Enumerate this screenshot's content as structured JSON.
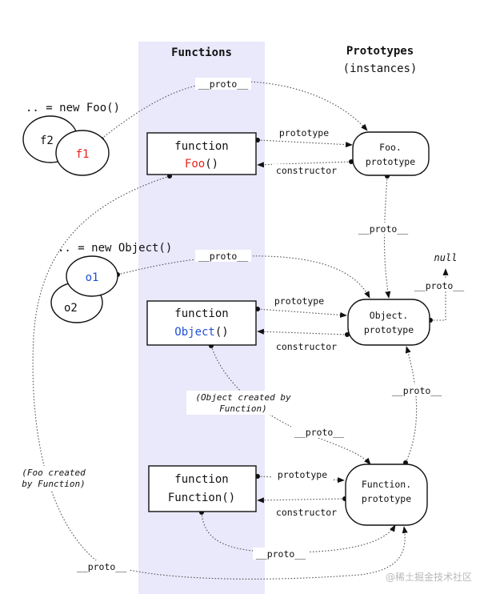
{
  "headers": {
    "functions": "Functions",
    "prototypes_line1": "Prototypes",
    "prototypes_line2": "(instances)"
  },
  "instances": {
    "foo_new": ".. = new Foo()",
    "object_new": ".. = new Object()",
    "f1": "f1",
    "f2": "f2",
    "o1": "o1",
    "o2": "o2"
  },
  "functions": {
    "foo_line1": "function",
    "foo_name": "Foo",
    "foo_paren": "()",
    "object_line1": "function",
    "object_name": "Object",
    "object_paren": "()",
    "function_line1": "function",
    "function_line2": "Function()"
  },
  "prototypes": {
    "foo_line1": "Foo.",
    "foo_line2": "prototype",
    "object_line1": "Object.",
    "object_line2": "prototype",
    "function_line1": "Function.",
    "function_line2": "prototype"
  },
  "null_label": "null",
  "edge_labels": {
    "proto": "__proto__",
    "prototype": "prototype",
    "constructor": "constructor"
  },
  "notes": {
    "object_created_1": "(Object created by",
    "object_created_2": "Function)",
    "foo_created_1": "(Foo created",
    "foo_created_2": "by Function)"
  },
  "watermark": "@稀土掘金技术社区",
  "colors": {
    "column": "#e9e9fb",
    "red": "#e8231c",
    "blue": "#1f4fd8"
  }
}
